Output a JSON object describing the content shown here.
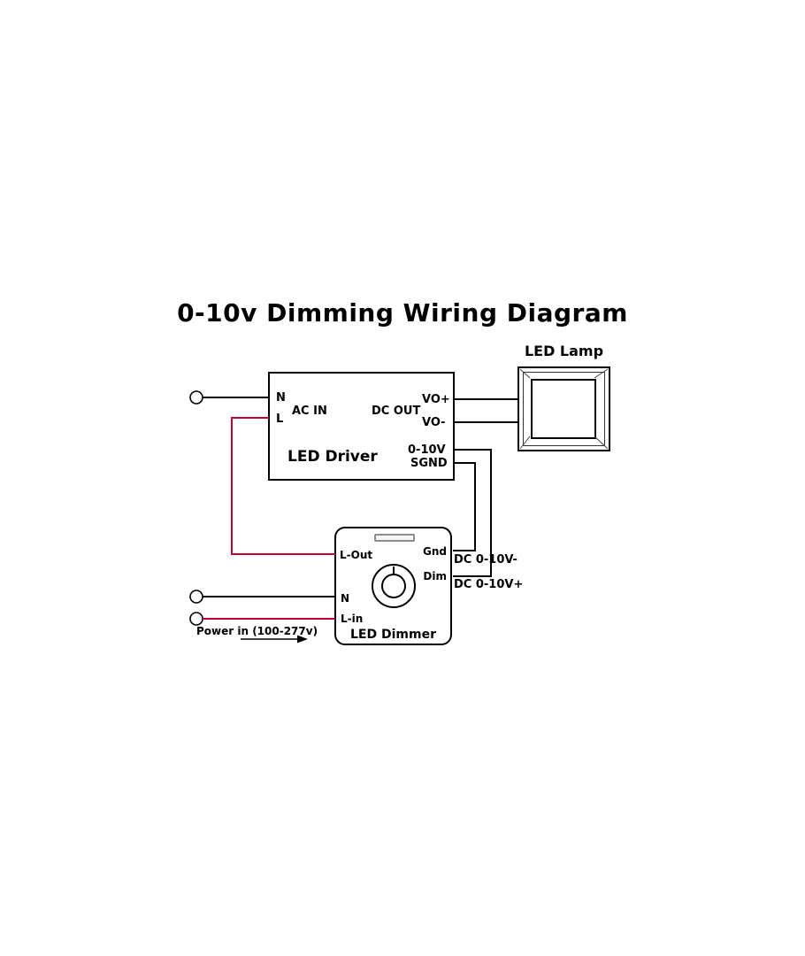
{
  "title": "0-10v Dimming Wiring Diagram",
  "driver": {
    "label": "LED Driver",
    "pin_n": "N",
    "pin_l": "L",
    "ac_in": "AC IN",
    "dc_out": "DC OUT",
    "vo_plus": "VO+",
    "vo_minus": "VO-",
    "sig_0_10v": "0-10V",
    "sgnd": "SGND"
  },
  "lamp": {
    "label": "LED Lamp"
  },
  "dimmer": {
    "label": "LED Dimmer",
    "l_out": "L-Out",
    "gnd": "Gnd",
    "dim": "Dim",
    "n": "N",
    "l_in": "L-in"
  },
  "wire_labels": {
    "dc_minus": "DC 0-10V-",
    "dc_plus": "DC 0-10V+"
  },
  "power_in": {
    "label": "Power in (100-277v)"
  },
  "colors": {
    "wire_black": "#000000",
    "wire_red": "#bf0030",
    "border": "#000000",
    "background": "#ffffff"
  }
}
